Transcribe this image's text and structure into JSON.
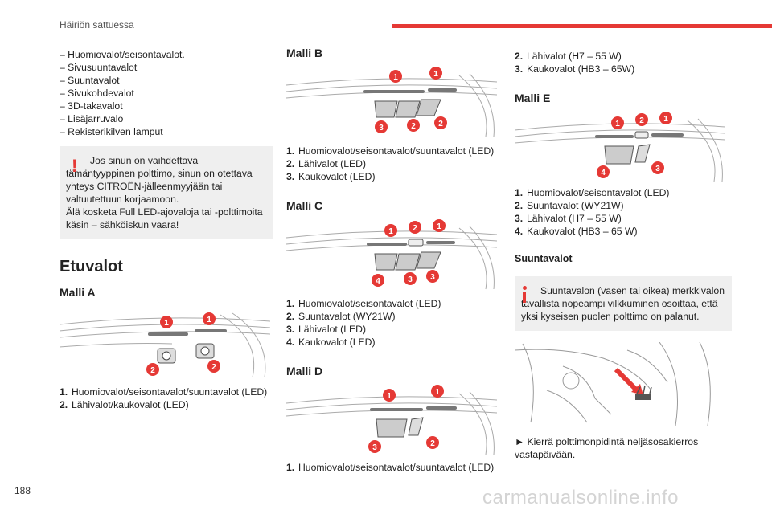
{
  "header": {
    "section": "Häiriön sattuessa",
    "accent": "#e53935"
  },
  "page_number": "188",
  "watermark": "carmanualsonline.info",
  "column1": {
    "dash_items": [
      "– Huomiovalot/seisontavalot.",
      "– Sivusuuntavalot",
      "– Suuntavalot",
      "– Sivukohdevalot",
      "– 3D-takavalot",
      "– Lisäjarruvalo",
      "– Rekisterikilven lamput"
    ],
    "warning": [
      "Jos sinun on vaihdettava tämäntyyppinen polttimo, sinun on otettava yhteys CITROËN-jälleenmyyjään tai valtuutettuun korjaamoon.",
      "Älä kosketa Full LED-ajovaloja tai -polttimoita käsin – sähköiskun vaara!"
    ],
    "section_title": "Etuvalot",
    "model_a": {
      "title": "Malli A",
      "items": [
        {
          "n": "1.",
          "t": "Huomiovalot/seisontavalot/suuntavalot (LED)"
        },
        {
          "n": "2.",
          "t": "Lähivalot/kaukovalot (LED)"
        }
      ]
    }
  },
  "column2": {
    "model_b": {
      "title": "Malli B",
      "items": [
        {
          "n": "1.",
          "t": "Huomiovalot/seisontavalot/suuntavalot (LED)"
        },
        {
          "n": "2.",
          "t": "Lähivalot (LED)"
        },
        {
          "n": "3.",
          "t": "Kaukovalot (LED)"
        }
      ]
    },
    "model_c": {
      "title": "Malli C",
      "items": [
        {
          "n": "1.",
          "t": "Huomiovalot/seisontavalot (LED)"
        },
        {
          "n": "2.",
          "t": "Suuntavalot (WY21W)"
        },
        {
          "n": "3.",
          "t": "Lähivalot (LED)"
        },
        {
          "n": "4.",
          "t": "Kaukovalot (LED)"
        }
      ]
    },
    "model_d": {
      "title": "Malli D",
      "items": [
        {
          "n": "1.",
          "t": "Huomiovalot/seisontavalot/suuntavalot (LED)"
        }
      ]
    }
  },
  "column3": {
    "model_d_cont": {
      "items": [
        {
          "n": "2.",
          "t": "Lähivalot (H7 – 55 W)"
        },
        {
          "n": "3.",
          "t": "Kaukovalot (HB3 – 65W)"
        }
      ]
    },
    "model_e": {
      "title": "Malli E",
      "items": [
        {
          "n": "1.",
          "t": "Huomiovalot/seisontavalot (LED)"
        },
        {
          "n": "2.",
          "t": "Suuntavalot (WY21W)"
        },
        {
          "n": "3.",
          "t": "Lähivalot (H7 – 55 W)"
        },
        {
          "n": "4.",
          "t": "Kaukovalot (HB3 – 65 W)"
        }
      ]
    },
    "turn_title": "Suuntavalot",
    "info": "Suuntavalon (vasen tai oikea) merkkivalon tavallista nopeampi vilkkuminen osoittaa, että yksi kyseisen puolen polttimo on palanut.",
    "instruction": "► Kierrä polttimonpidintä neljäsosakierros vastapäivään."
  },
  "figures": {
    "model_a": [
      "1",
      "1",
      "2",
      "2"
    ],
    "model_b": [
      "1",
      "1",
      "3",
      "2",
      "2"
    ],
    "model_c": [
      "1",
      "2",
      "1",
      "4",
      "3",
      "3"
    ],
    "model_d": [
      "1",
      "1",
      "3",
      "2"
    ],
    "model_e": [
      "1",
      "2",
      "1",
      "4",
      "3"
    ]
  }
}
